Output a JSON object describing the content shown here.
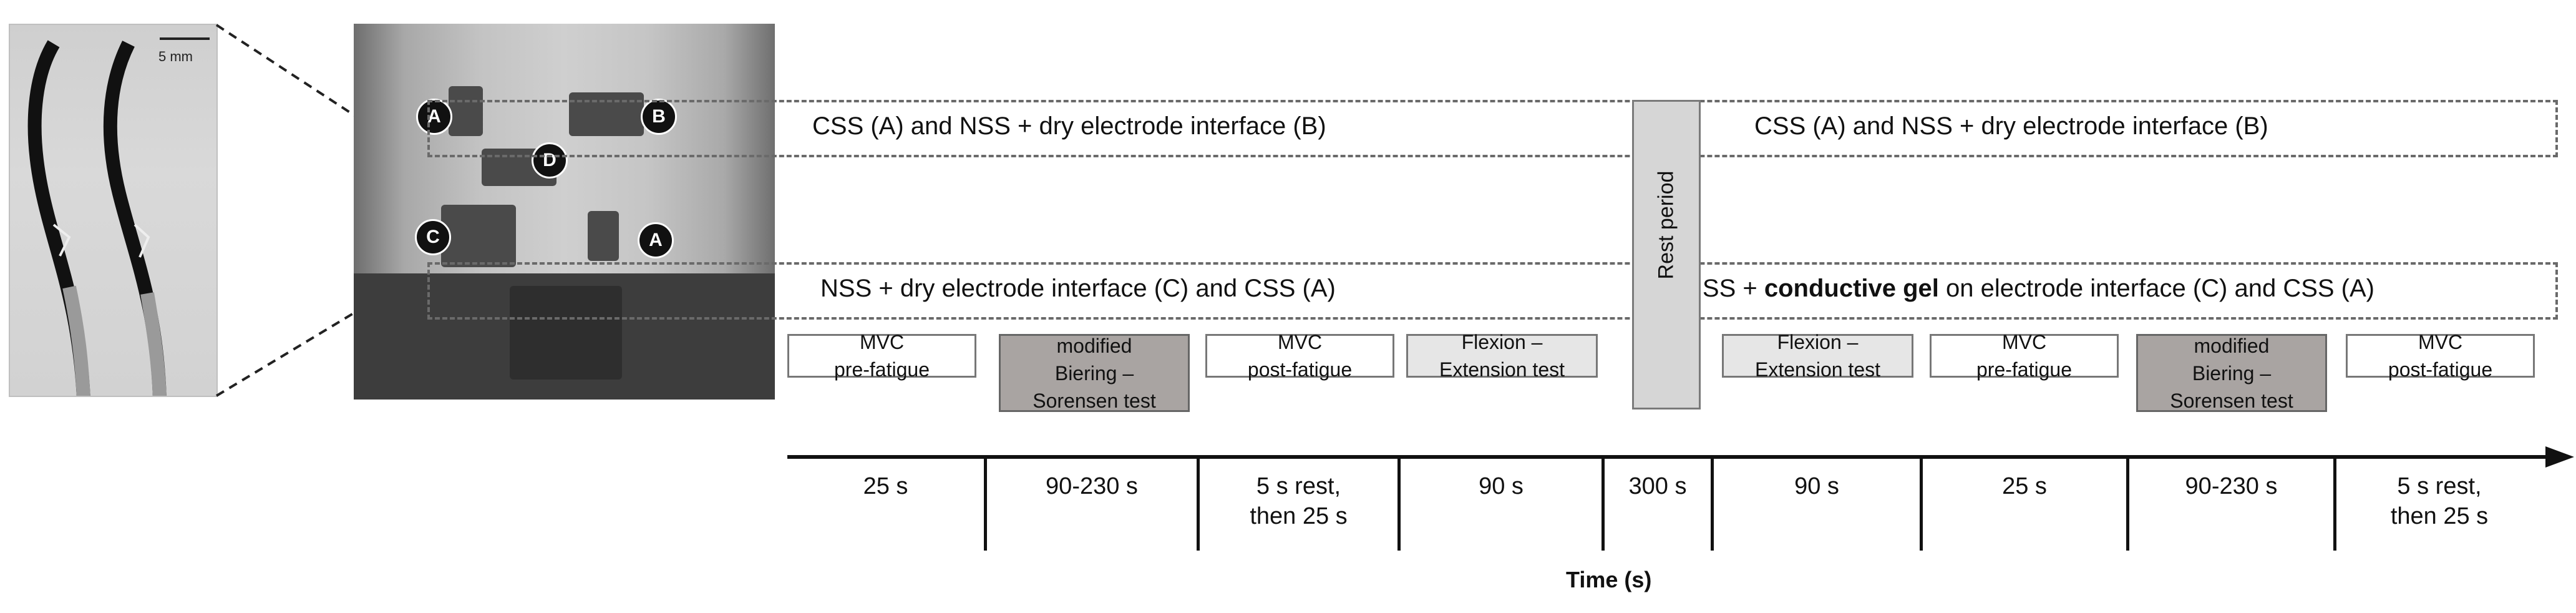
{
  "scale_label": "5 mm",
  "badges": {
    "a1": "A",
    "b": "B",
    "d": "D",
    "c": "C",
    "a2": "A"
  },
  "rows": {
    "top_left": "CSS (A) and NSS + dry electrode interface (B)",
    "top_right": "CSS (A) and NSS + dry electrode interface (B)",
    "bottom_left": "NSS + dry electrode interface (C) and CSS (A)",
    "bottom_right_prefix": "NSS + ",
    "bottom_right_bold": "conductive gel",
    "bottom_right_suffix": " on electrode interface (C) and CSS (A)"
  },
  "rest_period": "Rest period",
  "tasks": [
    {
      "line1": "MVC",
      "line2": "pre-fatigue",
      "line3": ""
    },
    {
      "line1": "modified",
      "line2": "Biering –",
      "line3": "Sorensen test"
    },
    {
      "line1": "MVC",
      "line2": "post-fatigue",
      "line3": ""
    },
    {
      "line1": "Flexion –",
      "line2": "Extension test",
      "line3": ""
    },
    {
      "line1": "Flexion –",
      "line2": "Extension test",
      "line3": ""
    },
    {
      "line1": "MVC",
      "line2": "pre-fatigue",
      "line3": ""
    },
    {
      "line1": "modified",
      "line2": "Biering –",
      "line3": "Sorensen test"
    },
    {
      "line1": "MVC",
      "line2": "post-fatigue",
      "line3": ""
    }
  ],
  "durations": [
    {
      "l1": "25 s",
      "l2": ""
    },
    {
      "l1": "90-230 s",
      "l2": ""
    },
    {
      "l1": "5 s rest,",
      "l2": "then 25 s"
    },
    {
      "l1": "90 s",
      "l2": ""
    },
    {
      "l1": "300 s",
      "l2": ""
    },
    {
      "l1": "90 s",
      "l2": ""
    },
    {
      "l1": "25 s",
      "l2": ""
    },
    {
      "l1": "90-230 s",
      "l2": ""
    },
    {
      "l1": "5 s rest,",
      "l2": "then 25 s"
    }
  ],
  "axis_label": "Time (s)"
}
